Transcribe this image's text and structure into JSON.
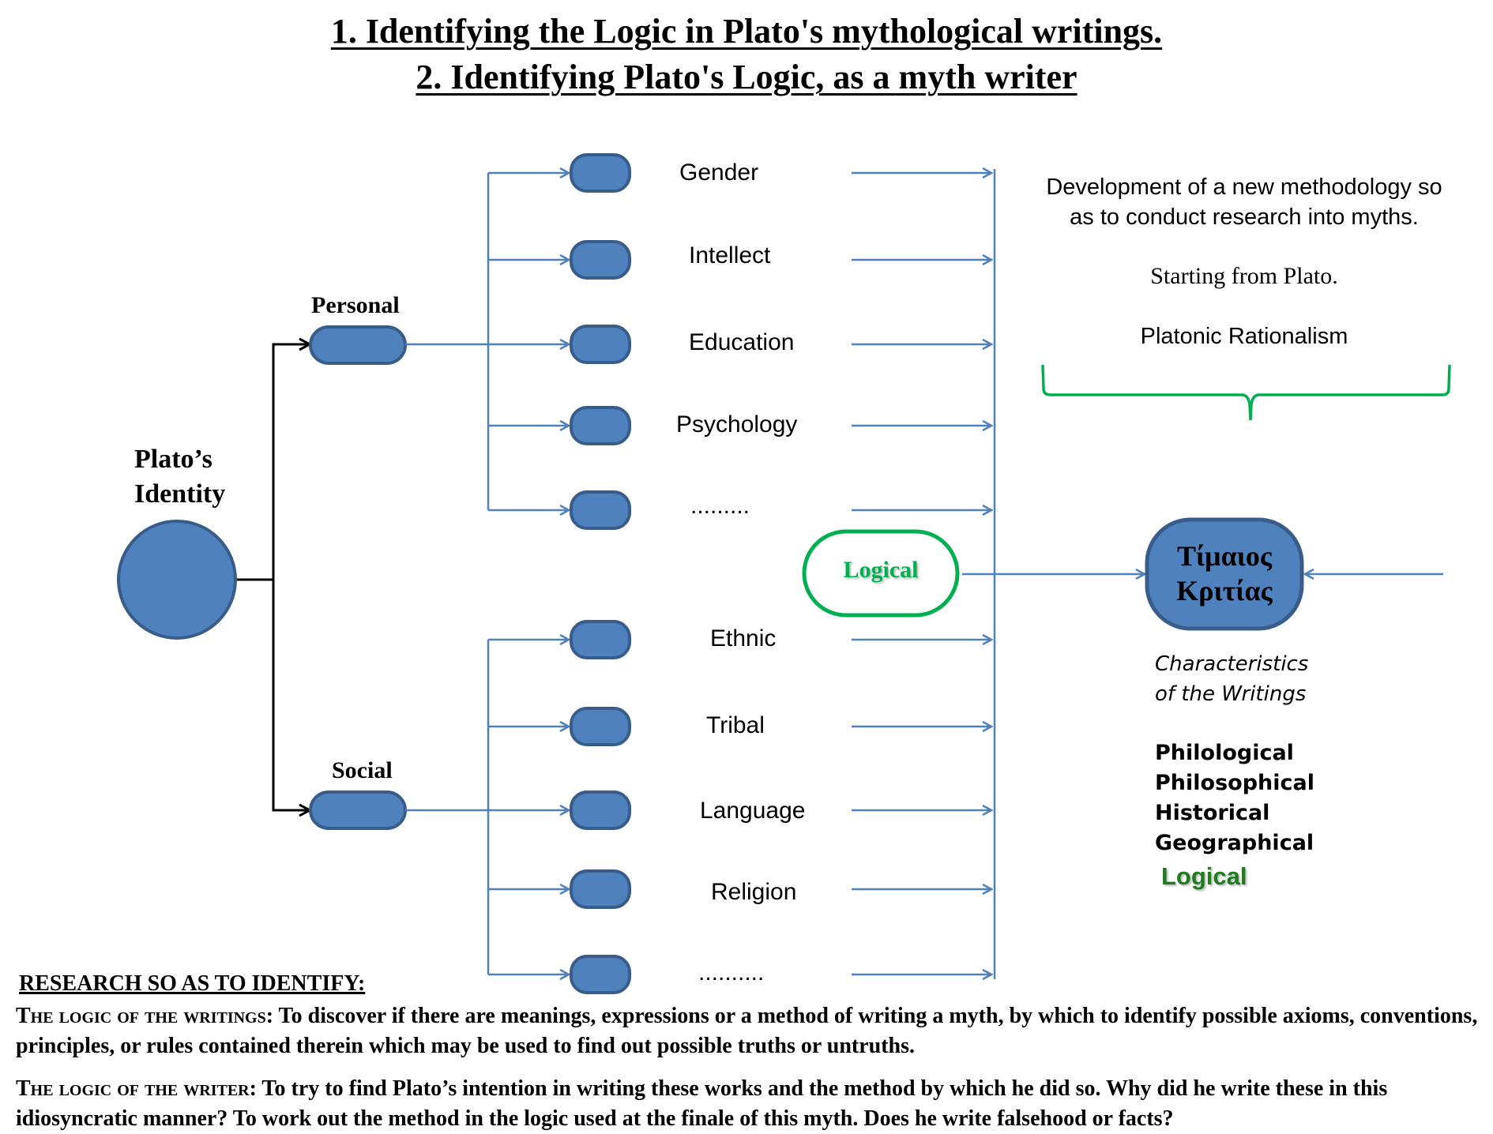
{
  "titles": {
    "line1": "1. Identifying the Logic in Plato's mythological writings.",
    "line2": "2. Identifying Plato's Logic, as a myth writer"
  },
  "root": {
    "label_line1": "Plato’s",
    "label_line2": "Identity"
  },
  "branches": {
    "personal": {
      "label": "Personal",
      "items": [
        "Gender",
        "Intellect",
        "Education",
        "Psychology",
        "........."
      ]
    },
    "social": {
      "label": "Social",
      "items": [
        "Ethnic",
        "Tribal",
        "Language",
        "Religion",
        ".........."
      ]
    }
  },
  "logical_node": {
    "label": "Logical"
  },
  "right_panel": {
    "methodology_line1": "Development of a new methodology so",
    "methodology_line2": "as to conduct research into myths.",
    "starting": "Starting from Plato.",
    "rationalism": "Platonic Rationalism"
  },
  "target_node": {
    "line1": "Τίμαιος",
    "line2": "Κριτίας"
  },
  "characteristics": {
    "heading_line1": "Characteristics",
    "heading_line2": "of the Writings",
    "items": [
      "Philological",
      "Philosophical",
      "Historical",
      "Geographical"
    ],
    "highlight": "Logical"
  },
  "research": {
    "heading": "RESEARCH SO AS TO IDENTIFY:",
    "writings_term": "The logic of the writings:",
    "writings_text": " To discover if there are meanings, expressions or a method of writing a myth, by which to identify possible axioms, conventions, principles, or rules contained therein which may be used to find out possible truths or untruths.",
    "writer_term": "The logic of the writer:",
    "writer_text": " To try to find Plato’s intention in writing these works and the method by which he did so. Why did he write these in this idiosyncratic manner? To work out the method in the logic used at the finale of this myth. Does he write falsehood or facts?"
  },
  "colors": {
    "node_fill": "#4f81bd",
    "node_stroke": "#385d8a",
    "connector": "#4f81bd",
    "green": "#00b050",
    "dark_green": "#1e7b1e"
  }
}
